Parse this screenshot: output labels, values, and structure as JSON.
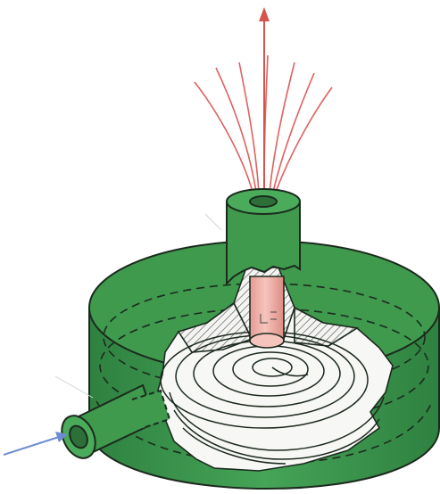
{
  "diagram": {
    "colors": {
      "body_green": "#3f9a4e",
      "body_green_dark": "#2f7d3c",
      "outline": "#1c2a1e",
      "hatch_white": "#f4f4f2",
      "inner_tube": "#f2b7b0",
      "exit_arrow": "#d6544c",
      "inlet_arrow": "#6d8cd2",
      "flame_lines": "#e06060"
    },
    "parts": [
      {
        "name": "cylindrical-housing"
      },
      {
        "name": "inlet-pipe"
      },
      {
        "name": "outlet-stack"
      },
      {
        "name": "inner-vortex-finder-tube"
      },
      {
        "name": "spiral-flow-paths"
      },
      {
        "name": "cutaway-hatched-wall"
      }
    ]
  }
}
